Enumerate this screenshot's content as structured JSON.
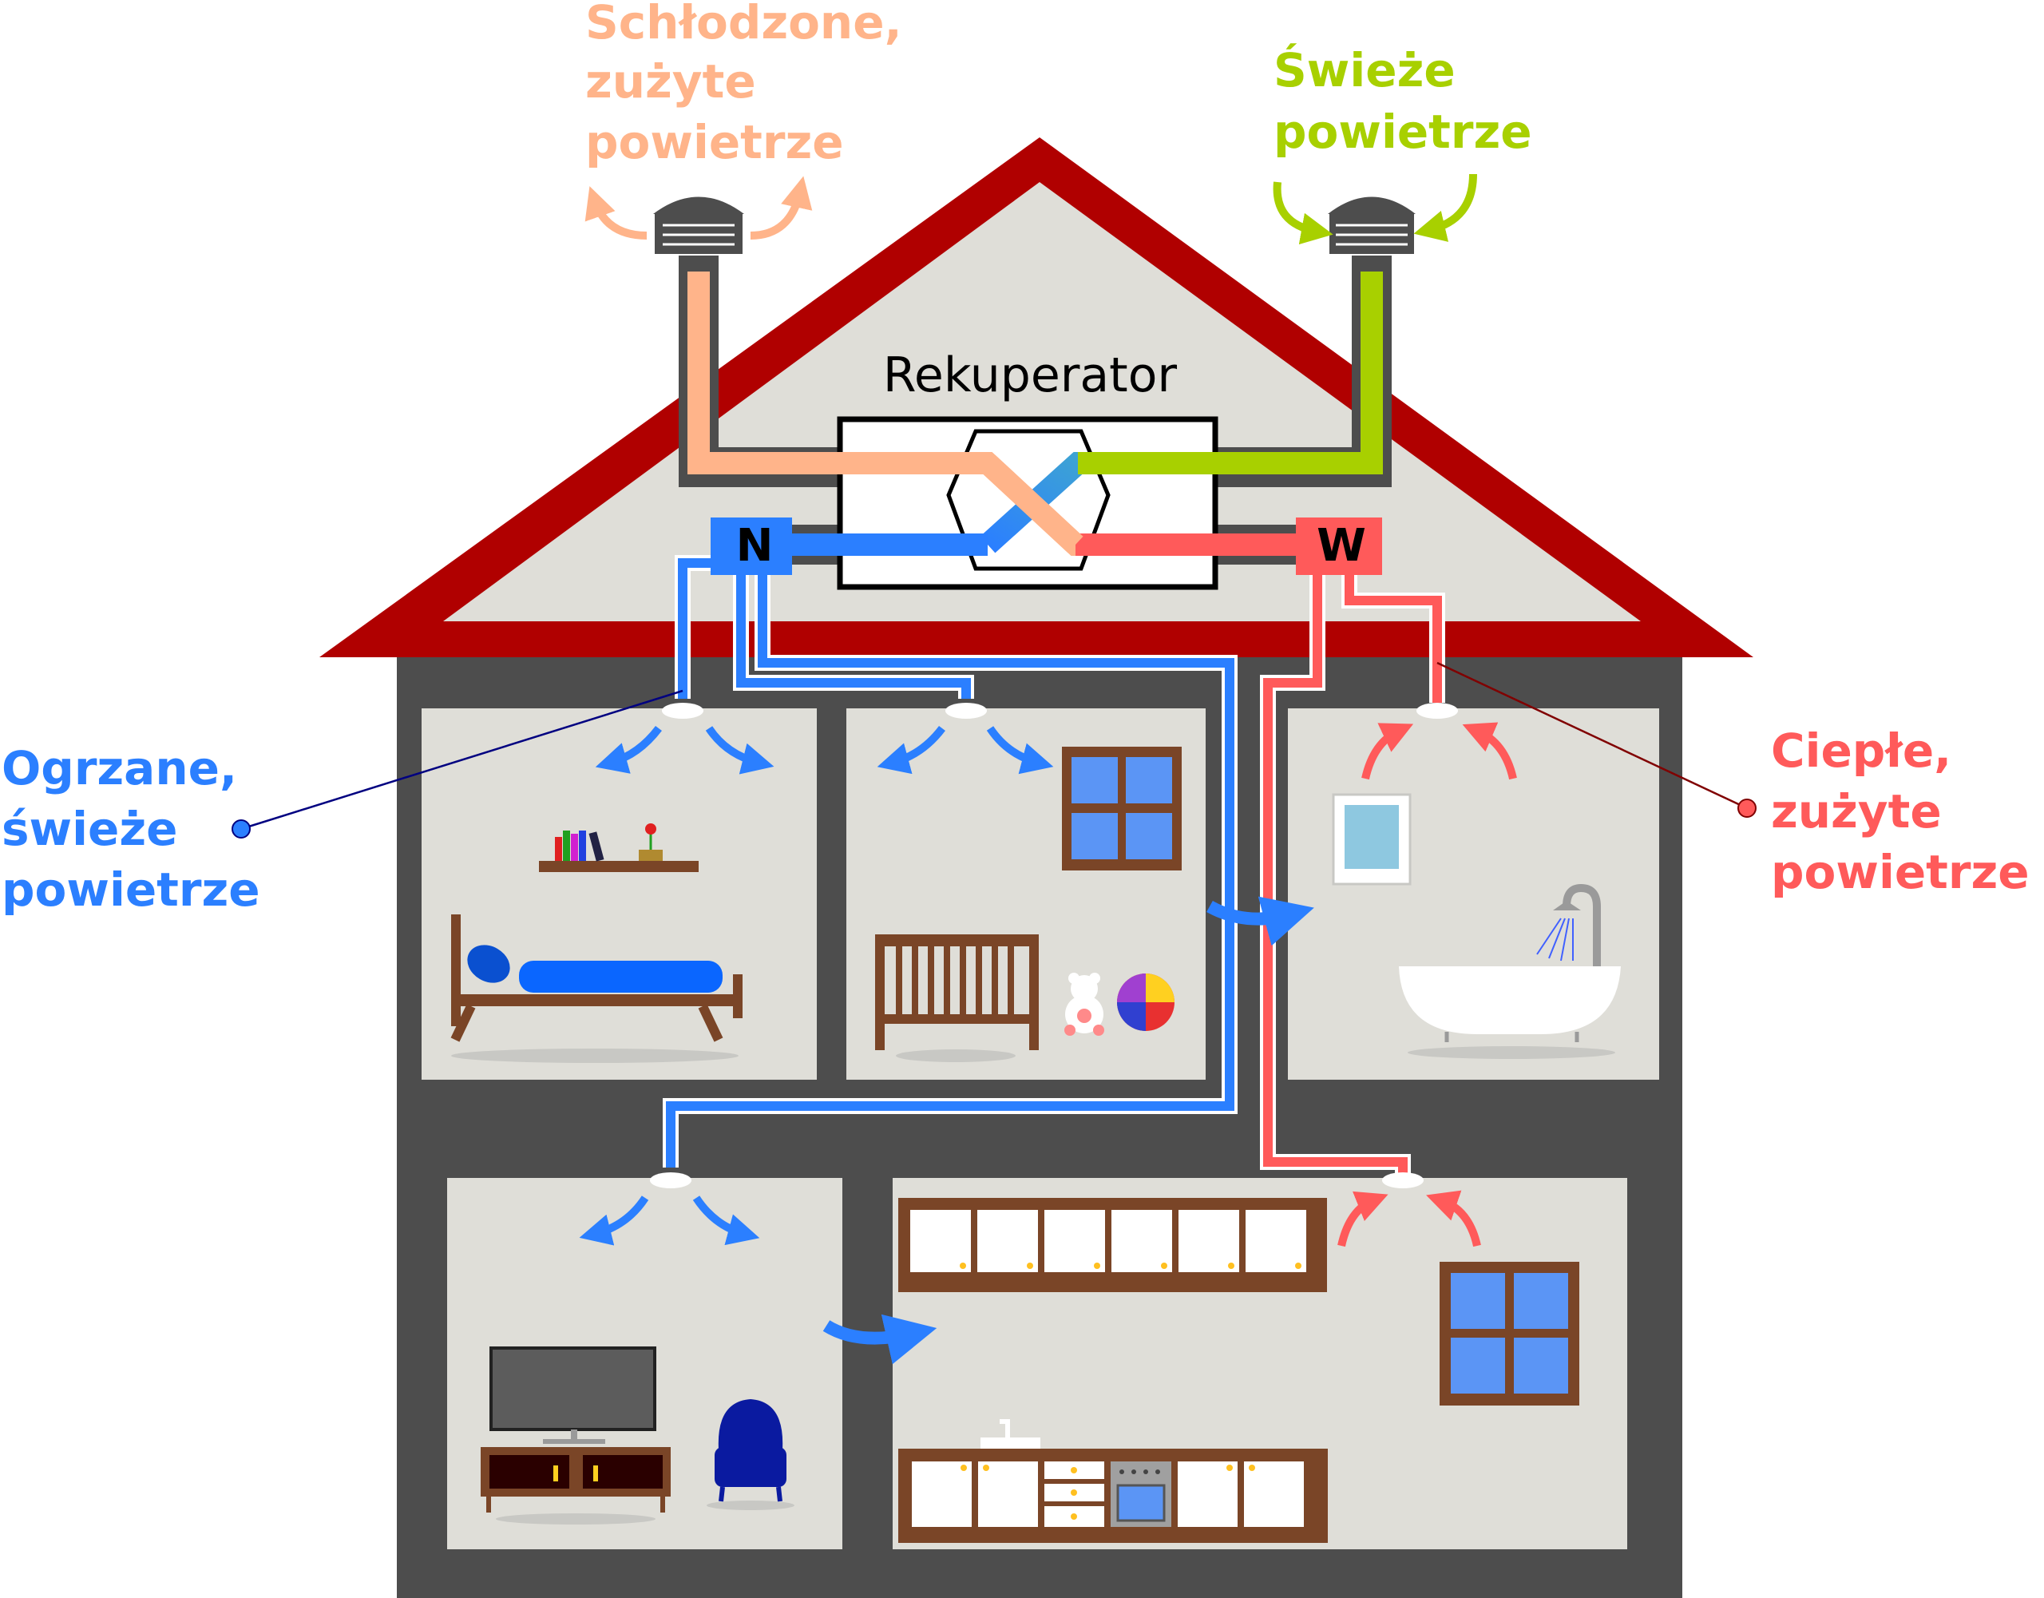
{
  "labels": {
    "exhaust_line1": "Schłodzone,",
    "exhaust_line2": "zużyte",
    "exhaust_line3": "powietrze",
    "fresh_line1": "Świeże",
    "fresh_line2": "powietrze",
    "supply_line1": "Ogrzane,",
    "supply_line2": "świeże",
    "supply_line3": "powietrze",
    "extract_line1": "Ciepłe,",
    "extract_line2": "zużyte",
    "extract_line3": "powietrze",
    "recuperator": "Rekuperator",
    "supply_box": "N",
    "extract_box": "W"
  },
  "colors": {
    "roof": "#b00000",
    "wall": "#4d4d4d",
    "room": "#dfded8",
    "attic": "#dfded8",
    "supply": "#2b7fff",
    "extract": "#ff5a5a",
    "exhaust": "#ffb48a",
    "fresh": "#a8d000",
    "wood": "#7a4527",
    "window": "#5b95f5"
  },
  "icons": [
    "chimney-vent-icon",
    "heat-exchanger-icon",
    "bed-icon",
    "bookshelf-icon",
    "crib-icon",
    "teddy-bear-icon",
    "ball-icon",
    "window-icon",
    "mirror-icon",
    "bathtub-icon",
    "shower-icon",
    "tv-icon",
    "armchair-icon",
    "kitchen-cabinet-icon",
    "oven-icon"
  ]
}
